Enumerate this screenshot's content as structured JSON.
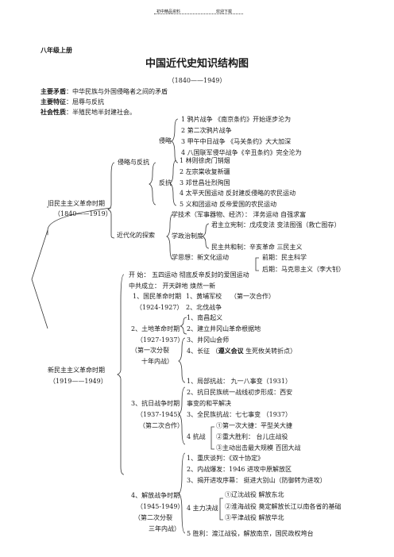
{
  "header": {
    "left": "初中精品资料",
    "right": "欢迎下载"
  },
  "grade": "八年级上册",
  "title": "中国近代史知识结构图",
  "subtitle": "（1840——1949）",
  "summary": [
    {
      "label": "主要矛盾",
      "text": "：中华民族与外国侵略者之间的矛盾"
    },
    {
      "label": "主要特征",
      "text": "：屈辱与反抗"
    },
    {
      "label": "社会性质",
      "text": "：半殖民地半封建社会。"
    }
  ],
  "old": {
    "label": "旧民主主义革命时期",
    "years": "（1840——1919）",
    "resist_label": "侵略与反抗",
    "invade_label": "侵略",
    "invade": [
      "1 鸦片战争      《南京条约》开始逐步沦为",
      "2 第二次鸦片战争",
      "3 甲午中日战争      《马关条约》大大加深",
      "4 八国联军侵华战争《辛丑条约》完全沦为"
    ],
    "fight_label": "反抗",
    "fight": [
      "1 林则徐虎门销烟",
      "2 左宗棠收复新疆",
      "3 邓世昌壮烈殉国",
      "4 太平天国运动  反封建反侵略的农民运动",
      "5 义和团运动      反帝爱国的农民运动"
    ],
    "explore_label": "近代化的探索",
    "tech": "学技术（军事器物、经济）：  洋务运动  自强求富",
    "politics_label": "学政治制度",
    "monarchy": "君主立宪制：戊戌变法    变法图强（救亡图存）",
    "republic": "民主共和制：辛亥革命      三民主义",
    "thought_label": "学思想：新文化运动",
    "thought_early": "前期：民主科学",
    "thought_late": "后期：马克思主义（李大钊）"
  },
  "new": {
    "label": "新民主主义革命时期",
    "years": "（1919——1949）",
    "start": "开        始：    五四运动    彻底反帝反封的爱国运动",
    "founding": "中共成立：                开天辟地      焕然一新",
    "p1_title": "1、国民革命时期",
    "p1_years": "（1924-1927）",
    "p1_items": [
      "1、黄埔军校",
      "2、北伐战争"
    ],
    "p1_note": "（第一次合作）",
    "p2_title": "2、土地革命时期",
    "p2_years": "（1927-1937）",
    "p2_split": "（第一次分裂",
    "p2_civil": "十年内战）",
    "p2_items": [
      "1、南昌起义",
      "2、建立井冈山革命根据地",
      "3、井冈山会师"
    ],
    "p2_march_pre": "4、长征 （",
    "p2_zunyi": "遵义会议",
    "p2_march_post": " 生死攸关转折点）",
    "p3_title": "3、抗日战争时期",
    "p3_years": "（1937-1945）",
    "p3_coop": "（第二次合作）",
    "p3_items": [
      "1、局部抗战：  九一八事变（1931）",
      "2、抗日民族统一战线初步形成：西安",
      "                  事变的和平解决",
      "3、全民族抗战：七七事变    （1937）"
    ],
    "p3_win_label": "4  抗战",
    "p3_win": [
      "①第一次大捷：平型关大捷",
      "②重大胜利：    台儿庄战役",
      "③主动出击最大规模  百团大战"
    ],
    "p4_title": "4、解放战争时期",
    "p4_years": "（1945-1949）",
    "p4_split": "（第二次分裂",
    "p4_civil": "三年内战）",
    "p4_items": [
      "1、重庆谈判：《双十协定》",
      "2、内战爆发：1946  进攻中原解放区",
      "3、揭开进攻序幕：  挺进大别山（防御转为进攻）"
    ],
    "p4_decisive_label": "4 主力决战",
    "p4_decisive": [
      "①辽沈战役    解放东北",
      "②淮海战役    奠定解放长江以南各省的基础",
      "③平津战役    解放华北"
    ],
    "p4_final": "5 胜利：渡江战役，解放南京，国民政权垮台"
  }
}
